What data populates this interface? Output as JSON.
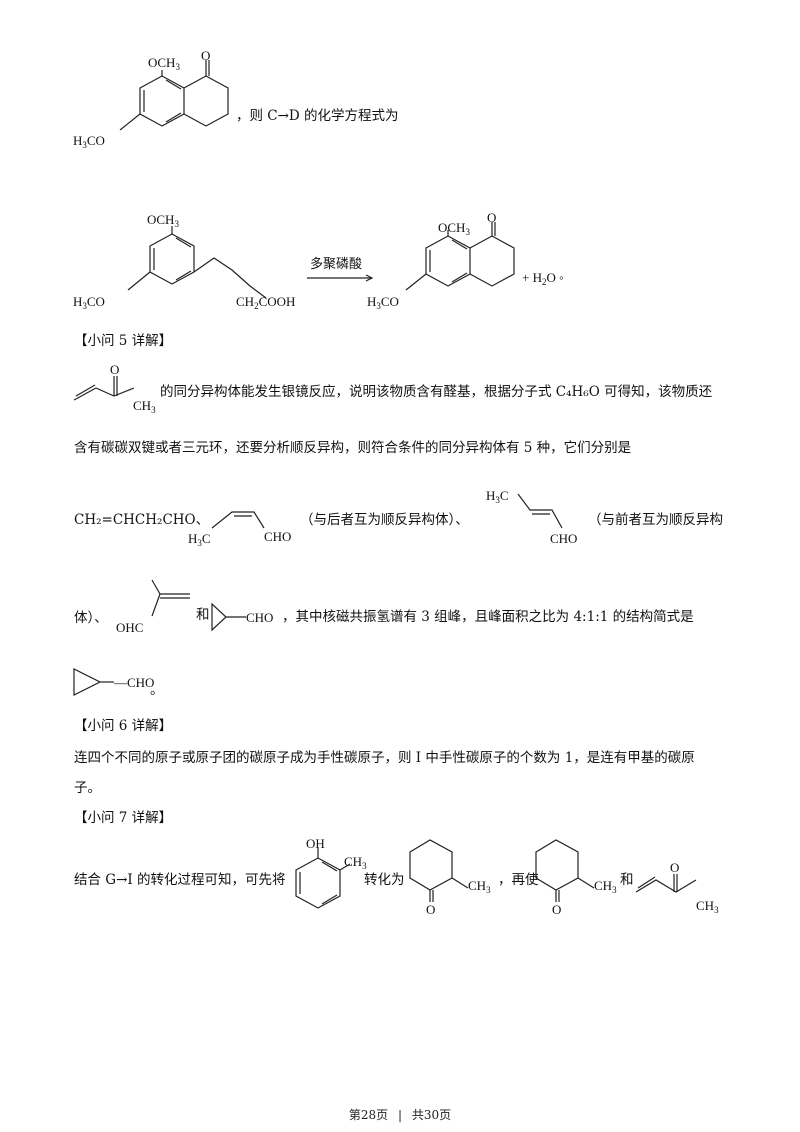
{
  "chem": {
    "OCH3": "OCH",
    "H3CO": "H",
    "H3CO_tail": "CO",
    "O": "O",
    "sub3": "3",
    "sub2": "2",
    "CH2COOH": "CH",
    "COOH_tail": "COOH",
    "CH3": "CH",
    "H3C": "H",
    "C_tail": "C",
    "CHO": "CHO",
    "OHC": "OHC",
    "OH": "OH",
    "dashCHO": "—CHO",
    "plusH2O": "+ H",
    "O_circ": "O ◦"
  },
  "text": {
    "line1": "，则 C→D 的化学方程式为",
    "arrow_label": "多聚磷酸",
    "q5_header": "【小问 5 详解】",
    "q5_p1": "的同分异构体能发生银镜反应，说明该物质含有醛基，根据分子式 C₄H₆O 可得知，该物质还",
    "q5_p2": "含有碳碳双键或者三元环，还要分析顺反异构，则符合条件的同分异构体有 5 种，它们分别是",
    "iso1": "CH₂=CHCH₂CHO、",
    "iso2_note": "（与后者互为顺反异构体）、",
    "iso3_note": "（与前者互为顺反异构",
    "iso_cont": "体）、",
    "he": "和",
    "q5_p3": "，其中核磁共振氢谱有 3 组峰，且峰面积之比为 4:1:1 的结构简式是",
    "period": "。",
    "q6_header": "【小问 6 详解】",
    "q6_p1": "连四个不同的原子或原子团的碳原子成为手性碳原子，则 I 中手性碳原子的个数为 1，是连有甲基的碳原",
    "q6_p2": "子。",
    "q7_header": "【小问 7 详解】",
    "q7_a": "结合 G→I 的转化过程可知，可先将",
    "q7_b": "转化为",
    "q7_c": "，再使",
    "q7_d": "和"
  },
  "footer": {
    "page": "第28页",
    "sep": "|",
    "total": "共30页"
  }
}
